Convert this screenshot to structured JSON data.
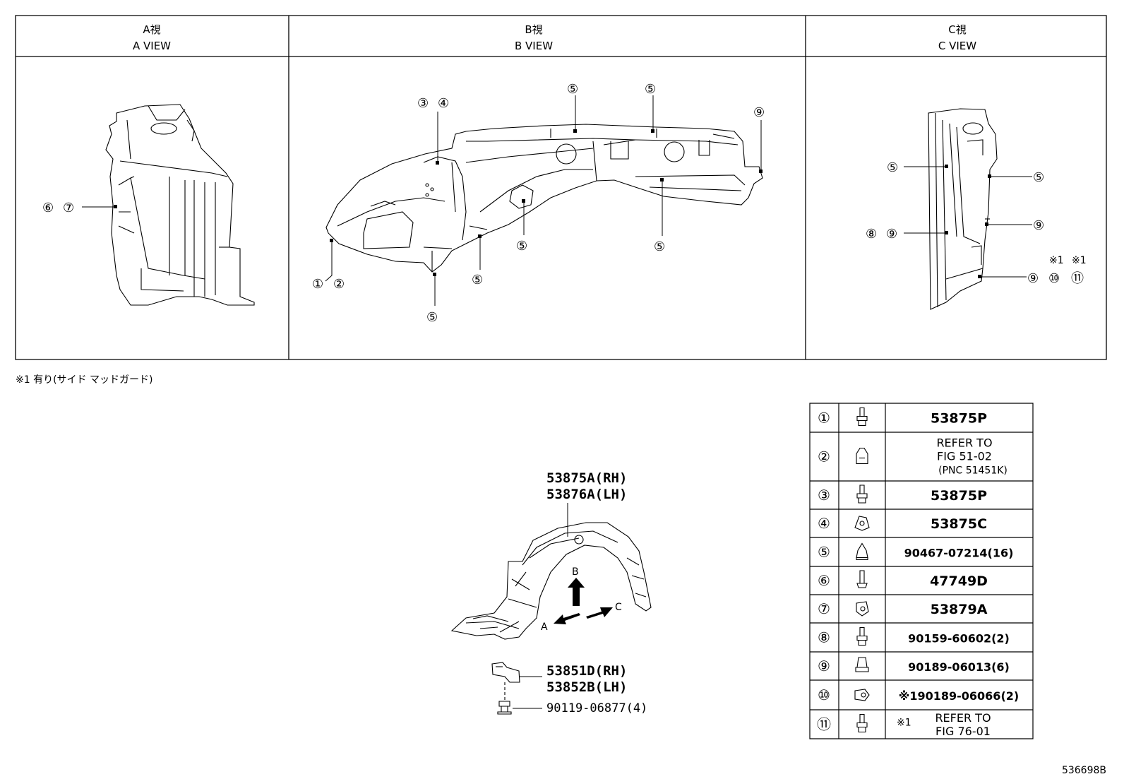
{
  "views": [
    {
      "title_jp": "A視",
      "title_en": "A VIEW"
    },
    {
      "title_jp": "B視",
      "title_en": "B VIEW"
    },
    {
      "title_jp": "C視",
      "title_en": "C VIEW"
    }
  ],
  "callouts": {
    "c1": "①",
    "c2": "②",
    "c3": "③",
    "c4": "④",
    "c5": "⑤",
    "c6": "⑥",
    "c7": "⑦",
    "c8": "⑧",
    "c9": "⑨",
    "c10": "⑩",
    "c11": "⑪",
    "star1": "※1"
  },
  "footnote": "※1 有り(サイド マッドガード)",
  "main_parts": {
    "liner_rh": "53875A(RH)",
    "liner_lh": "53876A(LH)",
    "bracket_rh": "53851D(RH)",
    "bracket_lh": "53852B(LH)",
    "bolt": "90119-06877(4)"
  },
  "arrows": {
    "a": "A",
    "b": "B",
    "c": "C"
  },
  "legend": [
    {
      "no": "①",
      "icon": "bolt-icon",
      "lines": [
        "53875P"
      ]
    },
    {
      "no": "②",
      "icon": "clip-icon",
      "lines": [
        "REFER TO",
        "FIG 51-02",
        "(PNC 51451K)"
      ]
    },
    {
      "no": "③",
      "icon": "bolt-icon",
      "lines": [
        "53875P"
      ]
    },
    {
      "no": "④",
      "icon": "nut-clip-icon",
      "lines": [
        "53875C"
      ]
    },
    {
      "no": "⑤",
      "icon": "rivet-clip-icon",
      "lines": [
        "90467-07214(16)"
      ]
    },
    {
      "no": "⑥",
      "icon": "screw-icon",
      "lines": [
        "47749D"
      ]
    },
    {
      "no": "⑦",
      "icon": "grommet-icon",
      "lines": [
        "53879A"
      ]
    },
    {
      "no": "⑧",
      "icon": "bolt-icon",
      "lines": [
        "90159-60602(2)"
      ]
    },
    {
      "no": "⑨",
      "icon": "push-clip-icon",
      "lines": [
        "90189-06013(6)"
      ]
    },
    {
      "no": "⑩",
      "icon": "cap-clip-icon",
      "lines": [
        "※190189-06066(2)"
      ]
    },
    {
      "no": "⑪",
      "icon": "bolt-icon",
      "lines": [
        "※1",
        "REFER TO",
        "FIG 76-01"
      ]
    }
  ],
  "drawing_number": "536698B"
}
